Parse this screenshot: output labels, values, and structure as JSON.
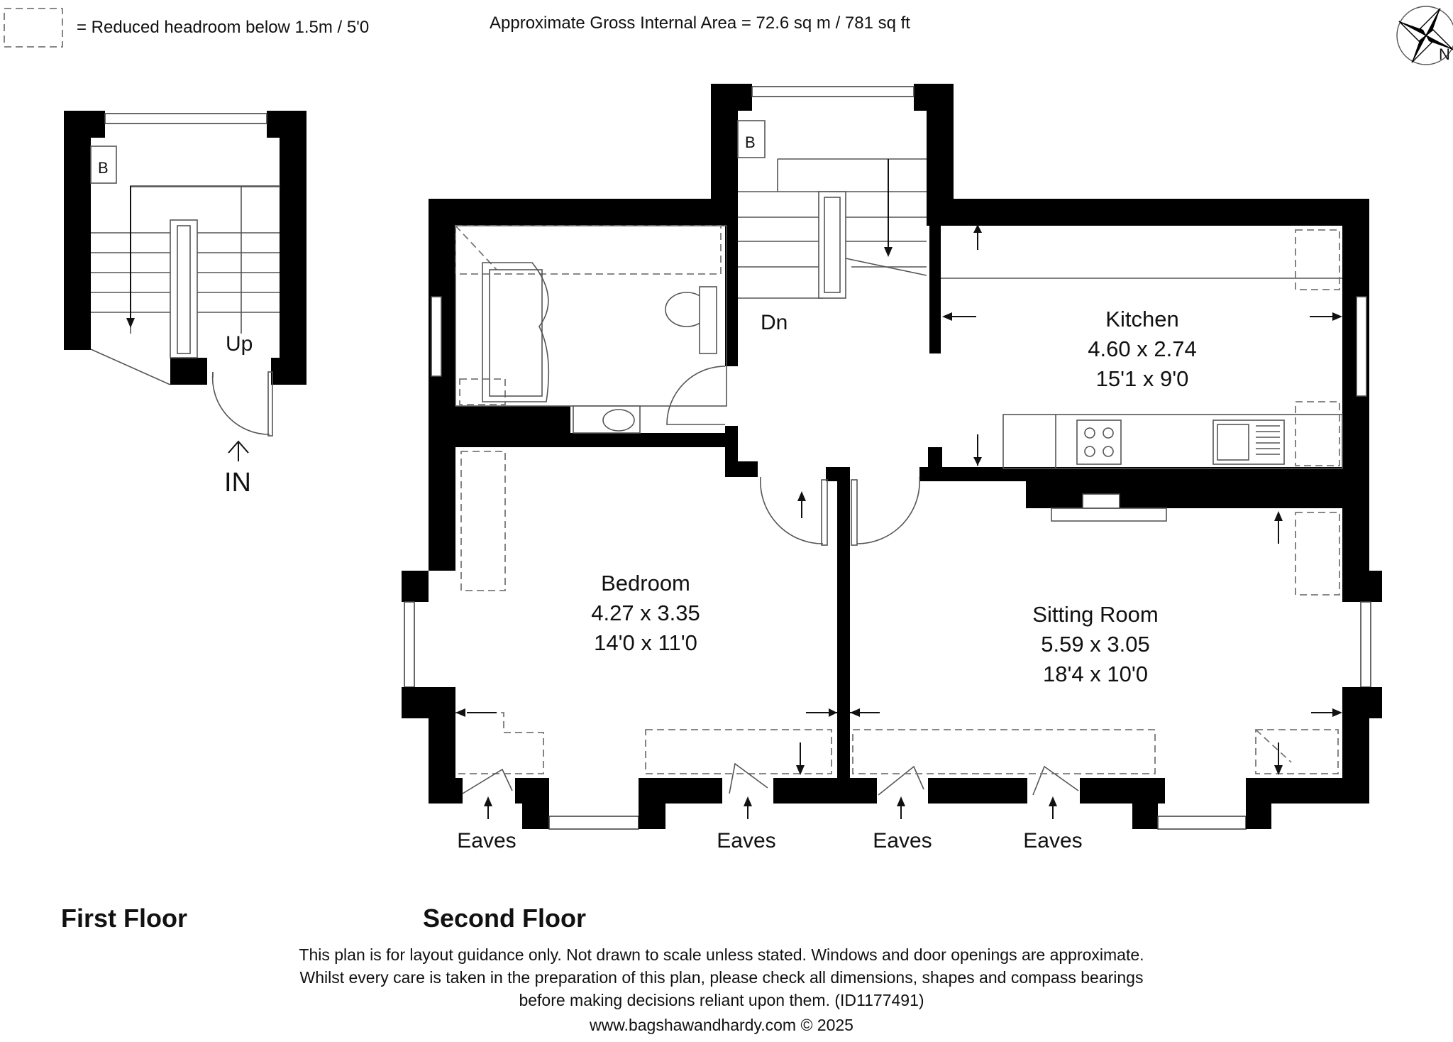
{
  "header": {
    "legend_text": "= Reduced headroom below 1.5m / 5'0",
    "area": "Approximate Gross Internal Area = 72.6 sq m / 781 sq ft",
    "compass_label": "N"
  },
  "first_floor": {
    "title": "First Floor",
    "boiler": "B",
    "stairs_label": "Up",
    "entrance_label": "IN"
  },
  "second_floor": {
    "title": "Second Floor",
    "boiler": "B",
    "stairs_label": "Dn",
    "rooms": {
      "kitchen": {
        "name": "Kitchen",
        "metric": "4.60 x 2.74",
        "imperial": "15'1 x 9'0"
      },
      "bedroom": {
        "name": "Bedroom",
        "metric": "4.27 x 3.35",
        "imperial": "14'0 x 11'0"
      },
      "sitting": {
        "name": "Sitting Room",
        "metric": "5.59 x 3.05",
        "imperial": "18'4 x 10'0"
      }
    },
    "eaves": [
      "Eaves",
      "Eaves",
      "Eaves",
      "Eaves"
    ]
  },
  "footer": {
    "line1": "This plan is for layout guidance only. Not drawn to scale unless stated. Windows and door openings are approximate.",
    "line2": "Whilst every care is taken in the preparation of this plan, please check all dimensions, shapes and compass bearings",
    "line3": "before making decisions reliant upon them. (ID1177491)",
    "line4": "www.bagshawandhardy.com © 2025"
  }
}
